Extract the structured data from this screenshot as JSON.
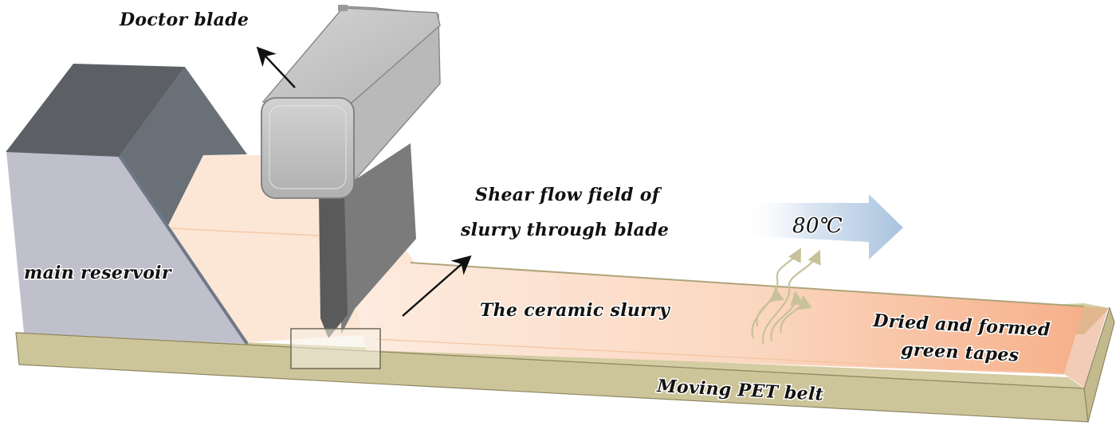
{
  "figure": {
    "title": "Tape casting process schematic",
    "labels": {
      "doctor_blade": "Doctor blade",
      "main_reservoir": "main reservoir",
      "shear_flow_line1": "Shear flow field of",
      "shear_flow_line2": "slurry through blade",
      "ceramic_slurry": "The ceramic slurry",
      "temperature": "80℃",
      "dried_tapes_line1": "Dried and formed",
      "dried_tapes_line2": "green tapes",
      "belt": "Moving PET belt"
    },
    "colors": {
      "reservoir_front": "#bfc0cc",
      "reservoir_top": "#5e6166",
      "reservoir_side": "#6b7078",
      "slurry_light": "#fde9da",
      "slurry_dark": "#f7b690",
      "belt": "#cdc59a",
      "belt_edge": "#b3aa7c",
      "blade_body": "#c2c2c2",
      "blade_plate": "#6c6c6c",
      "heat_arrow": "#b8cde3",
      "vapor": "#c8c29a"
    }
  }
}
